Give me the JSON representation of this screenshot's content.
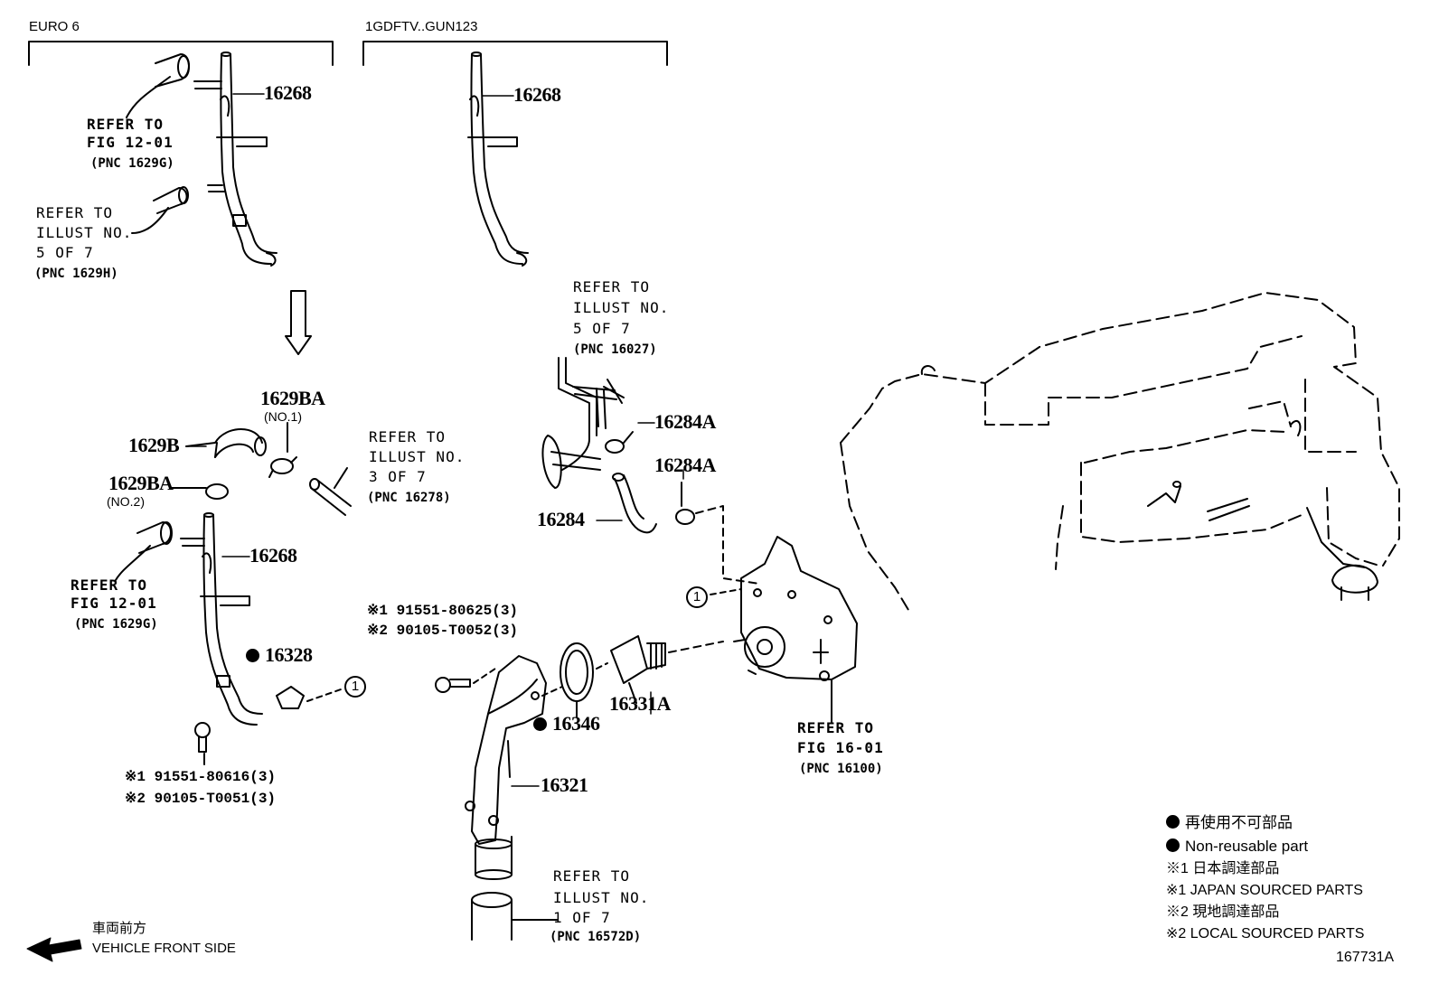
{
  "headers": {
    "euro6": "EURO 6",
    "engine": "1GDFTV..GUN123"
  },
  "refs": {
    "fig1201_top": [
      "REFER TO",
      "FIG 12-01",
      "(PNC 1629G)"
    ],
    "illust5_top": [
      "REFER TO",
      "ILLUST NO.",
      "5 OF 7",
      "(PNC 1629H)"
    ],
    "illust3": [
      "REFER TO",
      "ILLUST NO.",
      "3 OF 7",
      "(PNC 16278)"
    ],
    "fig1201_mid": [
      "REFER TO",
      "FIG 12-01",
      "(PNC 1629G)"
    ],
    "illust5_mid": [
      "REFER TO",
      "ILLUST NO.",
      "5 OF 7",
      "(PNC 16027)"
    ],
    "fig1601": [
      "REFER TO",
      "FIG 16-01",
      "(PNC 16100)"
    ],
    "illust1": [
      "REFER TO",
      "ILLUST NO.",
      "1 OF 7",
      "(PNC 16572D)"
    ]
  },
  "parts": {
    "p16268_a": "16268",
    "p16268_b": "16268",
    "p16268_c": "16268",
    "p1629BA_1": "1629BA",
    "p1629BA_1_sub": "(NO.1)",
    "p1629B": "1629B",
    "p1629BA_2": "1629BA",
    "p1629BA_2_sub": "(NO.2)",
    "p16328": "16328",
    "p16284A_1": "16284A",
    "p16284A_2": "16284A",
    "p16284": "16284",
    "p16346": "16346",
    "p16331A": "16331A",
    "p16321": "16321"
  },
  "bolts": {
    "lower_1": "※1 91551-80616(3)",
    "lower_2": "※2 90105-T0051(3)",
    "upper_1": "※1 91551-80625(3)",
    "upper_2": "※2 90105-T0052(3)"
  },
  "callouts": {
    "c1_a": "1",
    "c1_b": "1"
  },
  "legend": {
    "nonreuse_jp": "再使用不可部品",
    "nonreuse_en": "Non-reusable part",
    "japan_jp": "※1 日本調達部品",
    "japan_en": "※1 JAPAN SOURCED PARTS",
    "local_jp": "※2 現地調達部品",
    "local_en": "※2 LOCAL SOURCED PARTS"
  },
  "front": {
    "jp": "車両前方",
    "en": "VEHICLE FRONT SIDE"
  },
  "illustration_id": "167731A"
}
